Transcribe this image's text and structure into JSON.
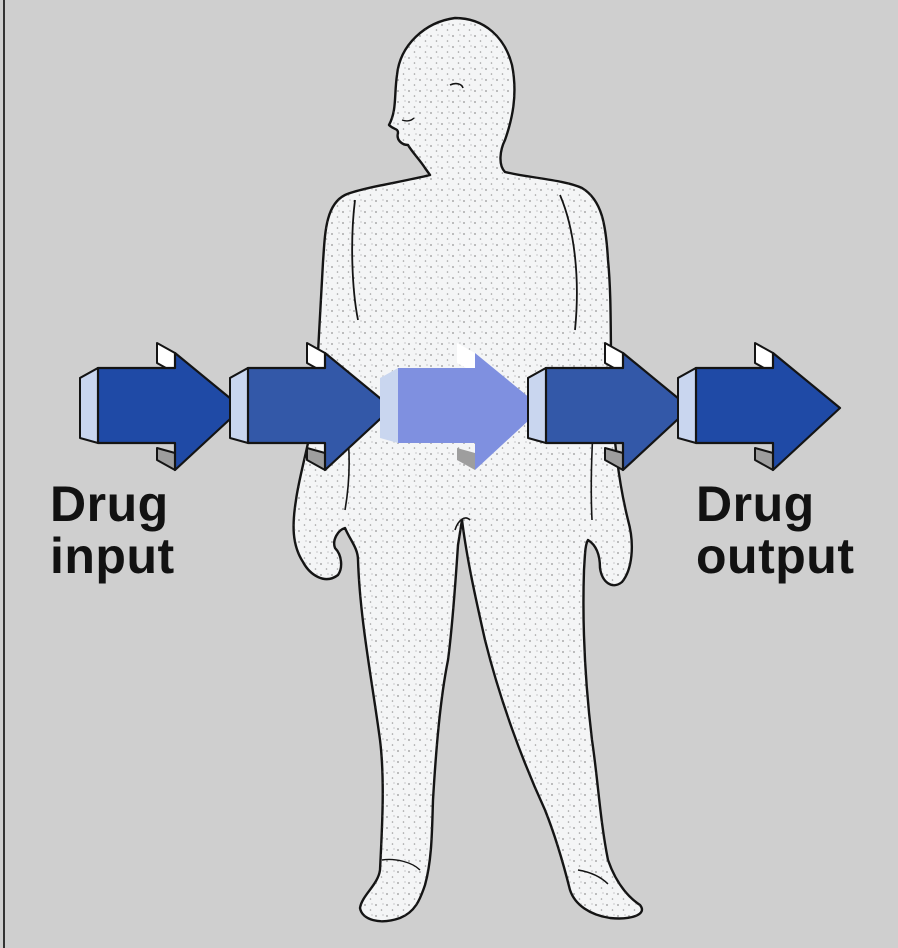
{
  "labels": {
    "input": [
      "Drug",
      "input"
    ],
    "output": [
      "Drug",
      "output"
    ]
  },
  "colors": {
    "background": "#cfcfcf",
    "body_fill": "#f4f5f6",
    "outline": "#141414",
    "arrow_dark": "#1f4aa6",
    "arrow_mid": "#3358a8",
    "arrow_light": "#7f90e0",
    "arrow_face": "#c9d6ef",
    "arrow_tab": "#9e9e9e"
  },
  "icons": [
    "human-figure-icon",
    "arrow-icon"
  ]
}
